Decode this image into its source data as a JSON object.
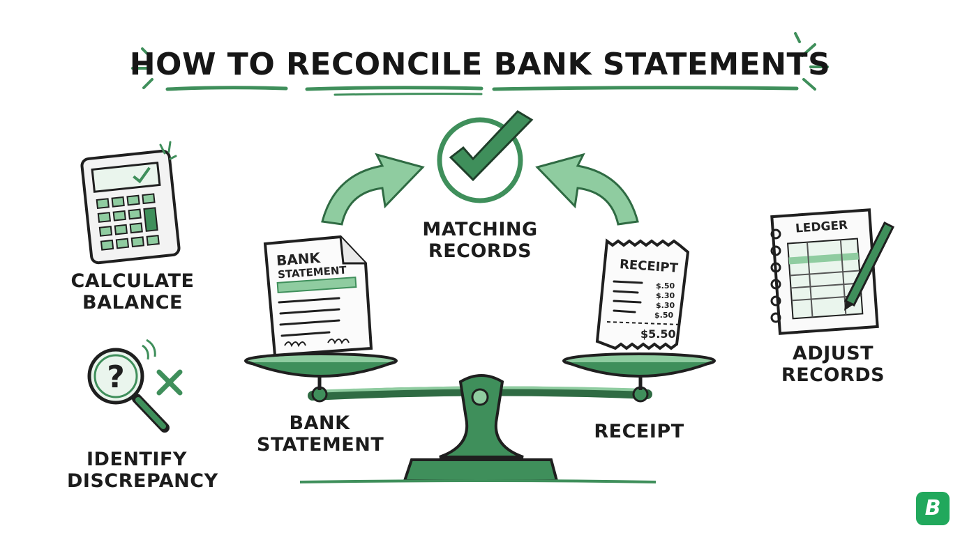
{
  "title": "HOW TO RECONCILE BANK STATEMENTS",
  "steps": {
    "calculate": [
      "CALCULATE",
      "BALANCE"
    ],
    "identify": [
      "IDENTIFY",
      "DISCREPANCY"
    ],
    "matching": [
      "MATCHING",
      "RECORDS"
    ],
    "adjust": [
      "ADJUST",
      "RECORDS"
    ],
    "bank": [
      "BANK",
      "STATEMENT"
    ],
    "receipt": "RECEIPT"
  },
  "bank_doc": {
    "line1": "BANK",
    "line2": "STATEMENT"
  },
  "receipt_doc": {
    "title": "RECEIPT",
    "items": [
      "$.50",
      "$.30",
      "$.30",
      "$.50"
    ],
    "total": "$5.50"
  },
  "ledger": {
    "title": "LEDGER"
  },
  "calc_icon": "calculator-icon",
  "magnifier_icon": "magnifier-question-icon",
  "brand_logo": "B",
  "colors": {
    "accent": "#3f8f5b",
    "accent_light": "#8fcca0",
    "ink": "#1c1c1c"
  }
}
